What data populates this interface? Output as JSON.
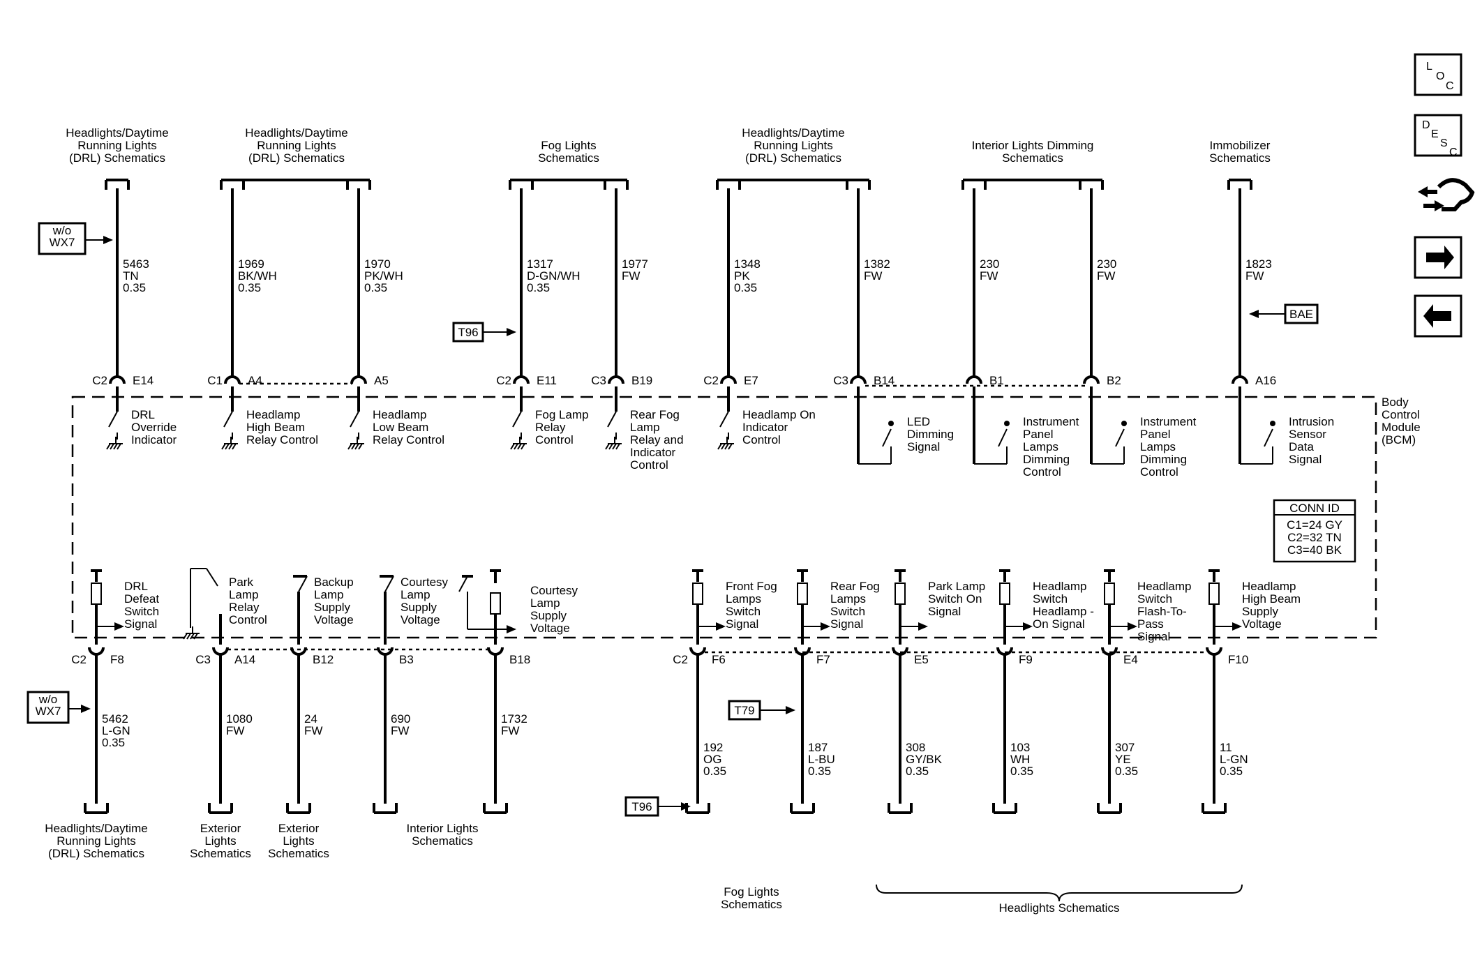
{
  "bcm_label": [
    "Body",
    "Control",
    "Module",
    "(BCM)"
  ],
  "conn_id": {
    "title": "CONN ID",
    "rows": [
      "C1=24 GY",
      "C2=32 TN",
      "C3=40 BK"
    ]
  },
  "nav": {
    "loc_letters": [
      "L",
      "O",
      "C"
    ],
    "desc_letters": [
      "D",
      "E",
      "S",
      "C"
    ],
    "icons": [
      "loc-button",
      "desc-button",
      "harness-icon",
      "next-arrow-icon",
      "prev-arrow-icon"
    ]
  },
  "top_groups": [
    {
      "lines": [
        "Headlights/Daytime",
        "Running Lights",
        "(DRL) Schematics"
      ]
    },
    {
      "lines": [
        "Headlights/Daytime",
        "Running Lights",
        "(DRL) Schematics"
      ]
    },
    {
      "lines": [
        "Fog Lights",
        "Schematics"
      ]
    },
    {
      "lines": [
        "Headlights/Daytime",
        "Running Lights",
        "(DRL) Schematics"
      ]
    },
    {
      "lines": [
        "Interior Lights Dimming",
        "Schematics"
      ]
    },
    {
      "lines": [
        "Immobilizer",
        "Schematics"
      ]
    }
  ],
  "bottom_groups": [
    {
      "lines": [
        "Headlights/Daytime",
        "Running Lights",
        "(DRL) Schematics"
      ]
    },
    {
      "lines": [
        "Exterior",
        "Lights",
        "Schematics"
      ]
    },
    {
      "lines": [
        "Exterior",
        "Lights",
        "Schematics"
      ]
    },
    {
      "lines": [
        "Interior Lights",
        "Schematics"
      ]
    },
    {
      "lines": [
        "Fog Lights",
        "Schematics"
      ]
    },
    {
      "lines": [
        "Headlights Schematics"
      ]
    }
  ],
  "top_wires": [
    {
      "circuit": [
        "5463",
        "TN",
        "0.35"
      ],
      "conn": "C2",
      "pin": "E14",
      "func": [
        "DRL",
        "Override",
        "Indicator"
      ]
    },
    {
      "circuit": [
        "1969",
        "BK/WH",
        "0.35"
      ],
      "conn": "C1",
      "pin": "A4",
      "func": [
        "Headlamp",
        "High Beam",
        "Relay Control"
      ]
    },
    {
      "circuit": [
        "1970",
        "PK/WH",
        "0.35"
      ],
      "conn": "",
      "pin": "A5",
      "func": [
        "Headlamp",
        "Low Beam",
        "Relay Control"
      ]
    },
    {
      "circuit": [
        "1317",
        "D-GN/WH",
        "0.35"
      ],
      "conn": "C2",
      "pin": "E11",
      "func": [
        "Fog Lamp",
        "Relay",
        "Control"
      ]
    },
    {
      "circuit": [
        "1977",
        "FW"
      ],
      "conn": "C3",
      "pin": "B19",
      "func": [
        "Rear Fog",
        "Lamp",
        "Relay and",
        "Indicator",
        "Control"
      ]
    },
    {
      "circuit": [
        "1348",
        "PK",
        "0.35"
      ],
      "conn": "C2",
      "pin": "E7",
      "func": [
        "Headlamp On",
        "Indicator",
        "Control"
      ]
    },
    {
      "circuit": [
        "1382",
        "FW"
      ],
      "conn": "C3",
      "pin": "B14",
      "func": [
        "LED",
        "Dimming",
        "Signal"
      ]
    },
    {
      "circuit": [
        "230",
        "FW"
      ],
      "conn": "",
      "pin": "B1",
      "func": [
        "Instrument",
        "Panel",
        "Lamps",
        "Dimming",
        "Control"
      ]
    },
    {
      "circuit": [
        "230",
        "FW"
      ],
      "conn": "",
      "pin": "B2",
      "func": [
        "Instrument",
        "Panel",
        "Lamps",
        "Dimming",
        "Control"
      ]
    },
    {
      "circuit": [
        "1823",
        "FW"
      ],
      "conn": "",
      "pin": "A16",
      "func": [
        "Intrusion",
        "Sensor",
        "Data",
        "Signal"
      ]
    }
  ],
  "bottom_wires": [
    {
      "circuit": [
        "5462",
        "L-GN",
        "0.35"
      ],
      "conn": "C2",
      "pin": "F8",
      "func": [
        "DRL",
        "Defeat",
        "Switch",
        "Signal"
      ]
    },
    {
      "circuit": [
        "1080",
        "FW"
      ],
      "conn": "C3",
      "pin": "A14",
      "func": [
        "Park",
        "Lamp",
        "Relay",
        "Control"
      ]
    },
    {
      "circuit": [
        "24",
        "FW"
      ],
      "conn": "",
      "pin": "B12",
      "func": [
        "Backup",
        "Lamp",
        "Supply",
        "Voltage"
      ]
    },
    {
      "circuit": [
        "690",
        "FW"
      ],
      "conn": "",
      "pin": "B3",
      "func": [
        "Courtesy",
        "Lamp",
        "Supply",
        "Voltage"
      ]
    },
    {
      "circuit": [
        "1732",
        "FW"
      ],
      "conn": "",
      "pin": "B18",
      "func": [
        "Courtesy",
        "Lamp",
        "Supply",
        "Voltage"
      ]
    },
    {
      "circuit": [
        "192",
        "OG",
        "0.35"
      ],
      "conn": "C2",
      "pin": "F6",
      "func": [
        "Front Fog",
        "Lamps",
        "Switch",
        "Signal"
      ]
    },
    {
      "circuit": [
        "187",
        "L-BU",
        "0.35"
      ],
      "conn": "",
      "pin": "F7",
      "func": [
        "Rear Fog",
        "Lamps",
        "Switch",
        "Signal"
      ]
    },
    {
      "circuit": [
        "308",
        "GY/BK",
        "0.35"
      ],
      "conn": "",
      "pin": "E5",
      "func": [
        "Park Lamp",
        "Switch On",
        "Signal"
      ]
    },
    {
      "circuit": [
        "103",
        "WH",
        "0.35"
      ],
      "conn": "",
      "pin": "F9",
      "func": [
        "Headlamp",
        "Switch",
        "Headlamp -",
        "On Signal"
      ]
    },
    {
      "circuit": [
        "307",
        "YE",
        "0.35"
      ],
      "conn": "",
      "pin": "E4",
      "func": [
        "Headlamp",
        "Switch",
        "Flash-To-",
        "Pass",
        "Signal"
      ]
    },
    {
      "circuit": [
        "11",
        "L-GN",
        "0.35"
      ],
      "conn": "",
      "pin": "F10",
      "func": [
        "Headlamp",
        "High Beam",
        "Supply",
        "Voltage"
      ]
    }
  ],
  "callouts": [
    {
      "lines": [
        "w/o",
        "WX7"
      ]
    },
    {
      "lines": [
        "T96"
      ]
    },
    {
      "lines": [
        "BAE"
      ]
    },
    {
      "lines": [
        "w/o",
        "WX7"
      ]
    },
    {
      "lines": [
        "T79"
      ]
    },
    {
      "lines": [
        "T96"
      ]
    }
  ]
}
